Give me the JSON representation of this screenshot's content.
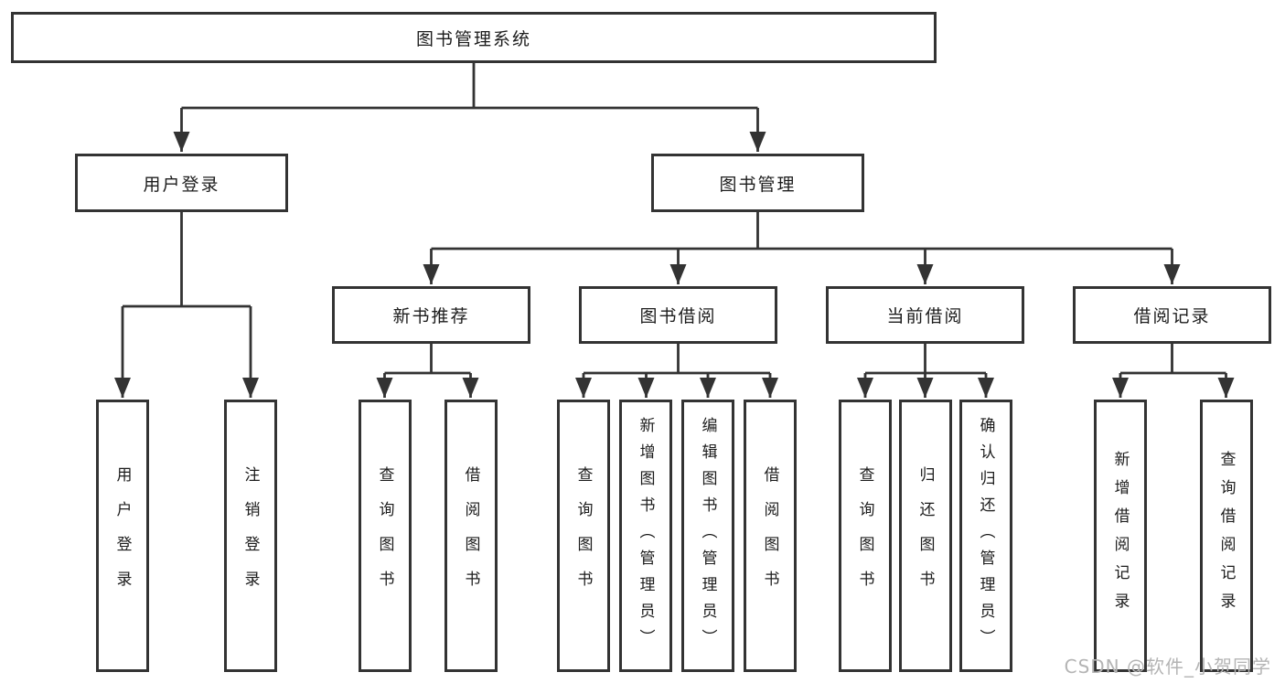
{
  "tree": {
    "root": "图书管理系统",
    "branches": [
      {
        "label": "用户登录",
        "children": [
          "用户登录",
          "注销登录"
        ]
      },
      {
        "label": "图书管理",
        "children": [
          {
            "label": "新书推荐",
            "children": [
              "查询图书",
              "借阅图书"
            ]
          },
          {
            "label": "图书借阅",
            "children": [
              "查询图书",
              "新增图书（管理员）",
              "编辑图书（管理员）",
              "借阅图书"
            ]
          },
          {
            "label": "当前借阅",
            "children": [
              "查询图书",
              "归还图书",
              "确认归还（管理员）"
            ]
          },
          {
            "label": "借阅记录",
            "children": [
              "新增借阅记录",
              "查询借阅记录"
            ]
          }
        ]
      }
    ]
  },
  "watermark": "CSDN @软件_小贺同学",
  "colors": {
    "line": "#333333",
    "text": "#1c1c1c",
    "background": "#ffffff",
    "watermark": "#b4b4b4"
  }
}
